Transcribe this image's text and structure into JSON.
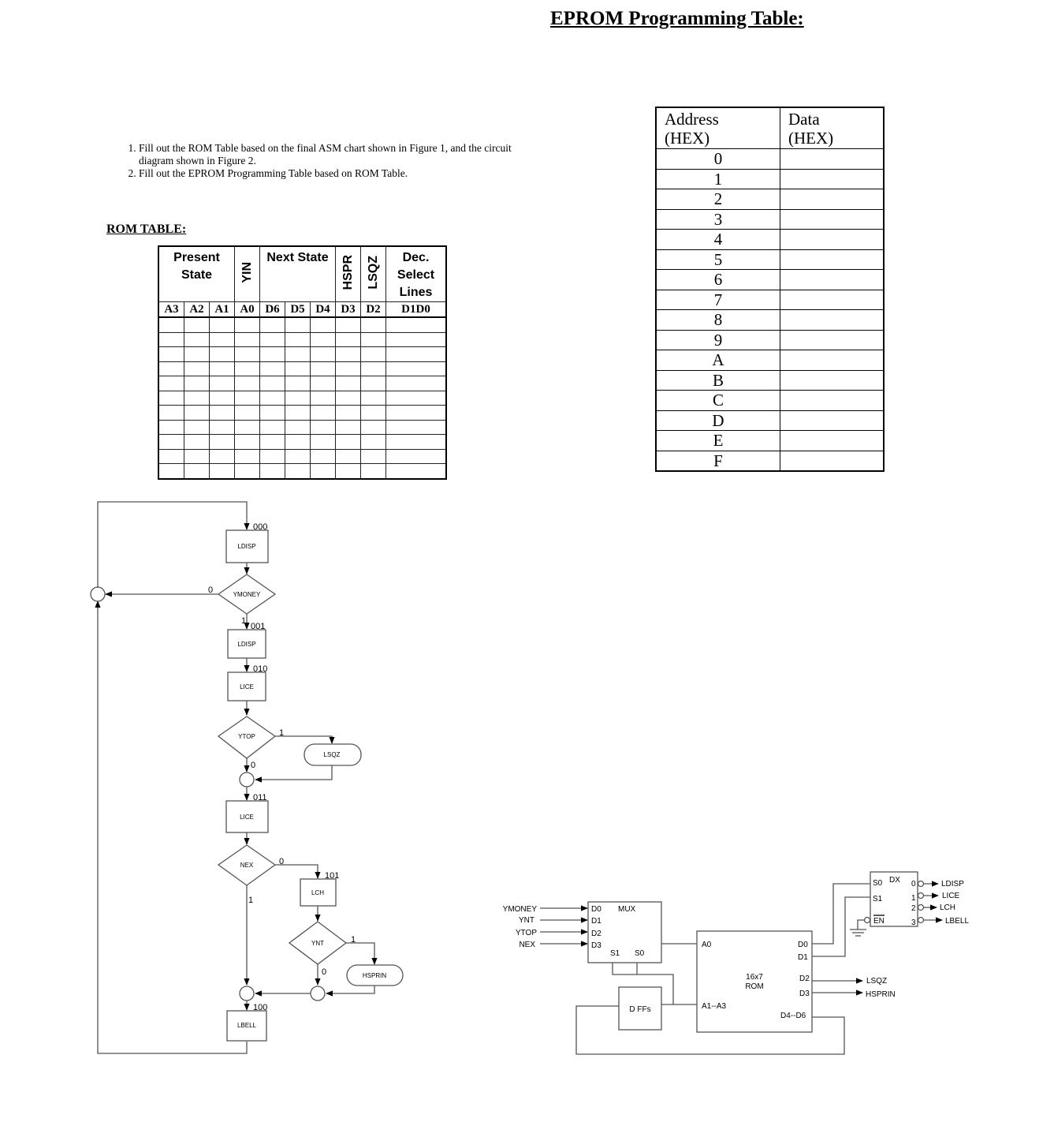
{
  "eprom_section": {
    "title": "EPROM Programming Table:",
    "table": {
      "headers": [
        "Address (HEX)",
        "Data (HEX)"
      ],
      "header_address_line1": "Address",
      "header_address_line2": "(HEX)",
      "header_data_line1": "Data",
      "header_data_line2": "(HEX)",
      "rows": [
        {
          "address": "0",
          "data": ""
        },
        {
          "address": "1",
          "data": ""
        },
        {
          "address": "2",
          "data": ""
        },
        {
          "address": "3",
          "data": ""
        },
        {
          "address": "4",
          "data": ""
        },
        {
          "address": "5",
          "data": ""
        },
        {
          "address": "6",
          "data": ""
        },
        {
          "address": "7",
          "data": ""
        },
        {
          "address": "8",
          "data": ""
        },
        {
          "address": "9",
          "data": ""
        },
        {
          "address": "A",
          "data": ""
        },
        {
          "address": "B",
          "data": ""
        },
        {
          "address": "C",
          "data": ""
        },
        {
          "address": "D",
          "data": ""
        },
        {
          "address": "E",
          "data": ""
        },
        {
          "address": "F",
          "data": ""
        }
      ]
    }
  },
  "instructions": [
    "Fill out the ROM Table based on the final ASM chart shown in Figure 1, and the circuit diagram shown in Figure 2.",
    "Fill out the EPROM Programming Table based on ROM Table."
  ],
  "rom_section": {
    "title": "ROM TABLE:",
    "group_headers": {
      "present_state": "Present State",
      "yin": "YIN",
      "next_state": "Next State",
      "hspr": "HSPR",
      "lsqz": "LSQZ",
      "dec_select": "Dec. Select Lines"
    },
    "sub_headers": [
      "A3",
      "A2",
      "A1",
      "A0",
      "D6",
      "D5",
      "D4",
      "D3",
      "D2",
      "D1D0"
    ],
    "empty_row_count": 11
  },
  "asm_chart": {
    "states": [
      {
        "code": "000",
        "output": "LDISP"
      },
      {
        "code": "001",
        "output": "LDISP"
      },
      {
        "code": "010",
        "output": "LICE"
      },
      {
        "code": "011",
        "output": "LICE"
      },
      {
        "code": "101",
        "output": "LCH"
      },
      {
        "code": "100",
        "output": "LBELL"
      }
    ],
    "decisions": [
      "YMONEY",
      "YTOP",
      "NEX",
      "YNT"
    ],
    "conditional_outputs": [
      "LSQZ",
      "HSPRIN"
    ],
    "branch_labels": {
      "ymoney_0": "0",
      "ymoney_1": "1",
      "ytop_1": "1",
      "ytop_0": "0",
      "nex_0": "0",
      "nex_1": "1",
      "ynt_1": "1",
      "ynt_0": "0"
    }
  },
  "circuit": {
    "mux_label": "MUX",
    "mux_inputs": [
      "YMONEY",
      "YNT",
      "YTOP",
      "NEX"
    ],
    "mux_pins": [
      "D0",
      "D1",
      "D2",
      "D3"
    ],
    "mux_selects": [
      "S1",
      "S0"
    ],
    "dff_label": "D FFs",
    "rom_label_line1": "16x7",
    "rom_label_line2": "ROM",
    "rom_inputs": [
      "A0",
      "A1--A3"
    ],
    "rom_outputs": [
      "D0",
      "D1",
      "D2",
      "D3",
      "D4--D6"
    ],
    "rom_output_signals": {
      "D2": "LSQZ",
      "D3": "HSPRIN"
    },
    "decoder_label": "DX",
    "decoder_inputs": [
      "S0",
      "S1",
      "EN"
    ],
    "decoder_outputs": [
      {
        "index": "0",
        "signal": "LDISP"
      },
      {
        "index": "1",
        "signal": "LICE"
      },
      {
        "index": "2",
        "signal": "LCH"
      },
      {
        "index": "3",
        "signal": "LBELL"
      }
    ]
  }
}
